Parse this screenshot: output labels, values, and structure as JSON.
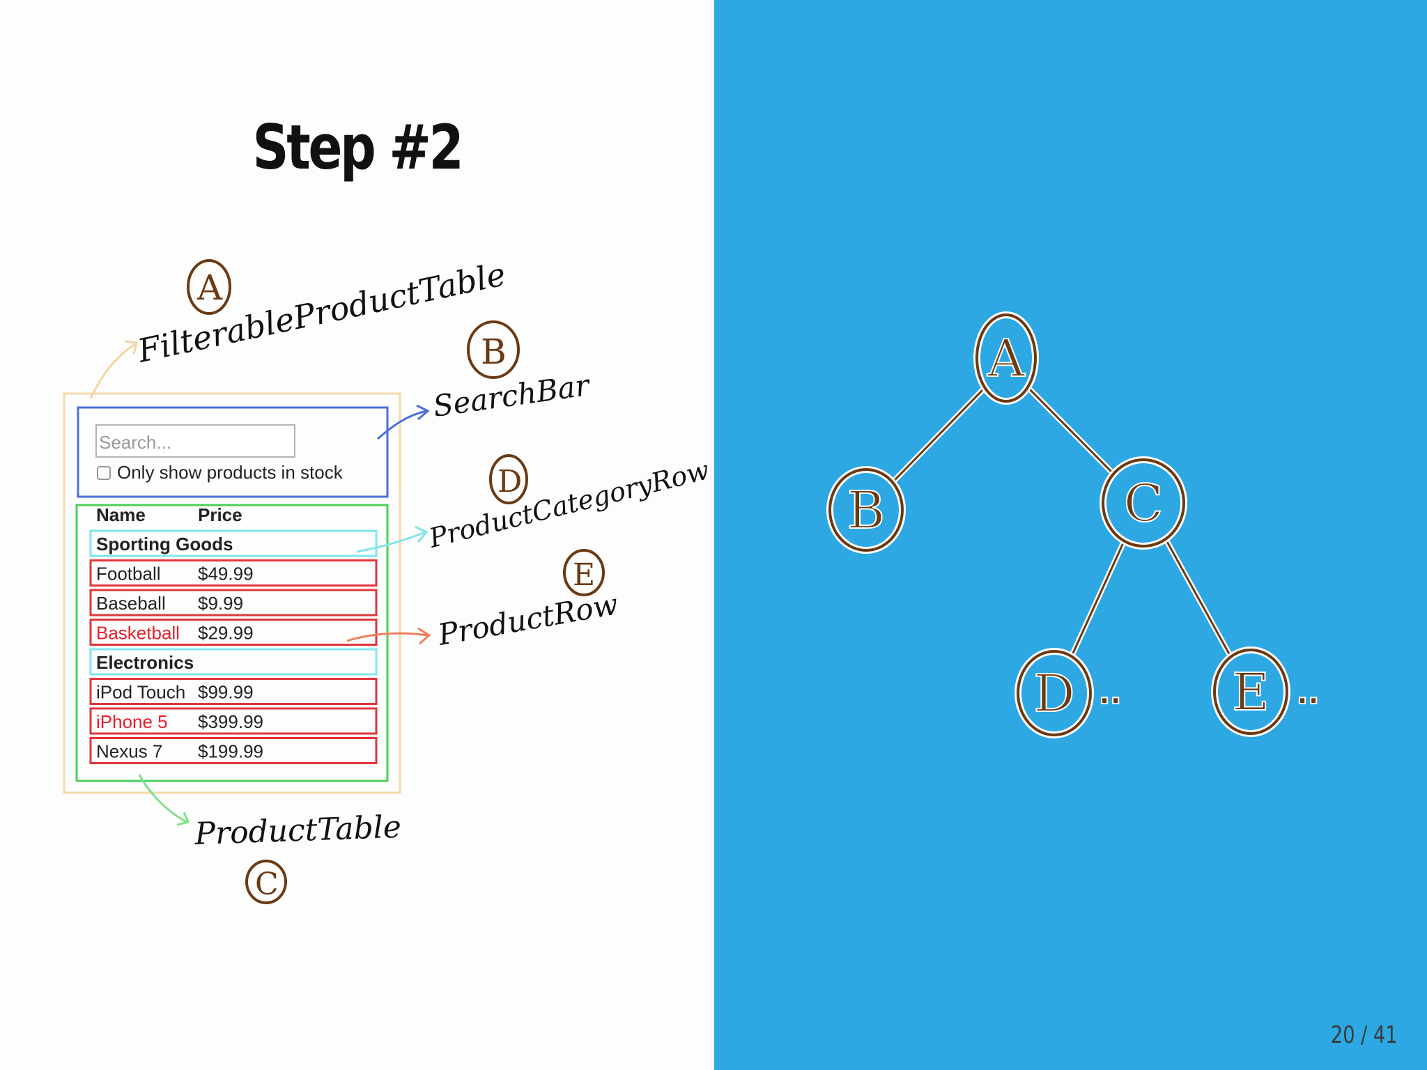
{
  "slide": {
    "title": "Step #2",
    "counter": "20 / 41"
  },
  "annotations": {
    "a": {
      "letter": "A",
      "label": "FilterableProductTable"
    },
    "b": {
      "letter": "B",
      "label": "SearchBar"
    },
    "c": {
      "letter": "C",
      "label": "ProductTable"
    },
    "d": {
      "letter": "D",
      "label": "ProductCategoryRow"
    },
    "e": {
      "letter": "E",
      "label": "ProductRow"
    }
  },
  "mockup": {
    "search_placeholder": "Search...",
    "checkbox_label": "Only show products in stock",
    "columns": [
      "Name",
      "Price"
    ],
    "rows": [
      {
        "type": "category",
        "name": "Sporting Goods"
      },
      {
        "type": "product",
        "name": "Football",
        "price": "$49.99",
        "out_of_stock": false
      },
      {
        "type": "product",
        "name": "Baseball",
        "price": "$9.99",
        "out_of_stock": false
      },
      {
        "type": "product",
        "name": "Basketball",
        "price": "$29.99",
        "out_of_stock": true
      },
      {
        "type": "category",
        "name": "Electronics"
      },
      {
        "type": "product",
        "name": "iPod Touch",
        "price": "$99.99",
        "out_of_stock": false
      },
      {
        "type": "product",
        "name": "iPhone 5",
        "price": "$399.99",
        "out_of_stock": true
      },
      {
        "type": "product",
        "name": "Nexus 7",
        "price": "$199.99",
        "out_of_stock": false
      }
    ]
  },
  "tree": {
    "nodes": [
      "A",
      "B",
      "C",
      "D",
      "E"
    ],
    "edges": [
      [
        "A",
        "B"
      ],
      [
        "A",
        "C"
      ],
      [
        "C",
        "D"
      ],
      [
        "C",
        "E"
      ]
    ],
    "ellipsis": ".."
  },
  "colors": {
    "blue_panel": "#2ea8e2",
    "node_stroke": "#6b3a12",
    "outer_box": "#f7d9a8",
    "search_box": "#4a6fd6",
    "table_box": "#4ccf5a",
    "category_box": "#7fe6ee",
    "product_box": "#e0363b"
  }
}
